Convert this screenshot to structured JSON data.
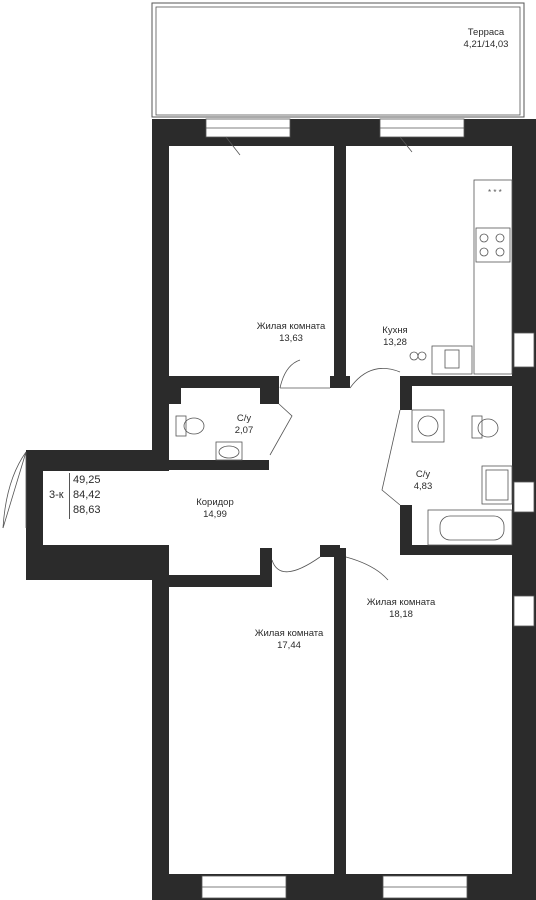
{
  "apartment": {
    "type": "3-к",
    "areas": [
      "49,25",
      "84,42",
      "88,63"
    ]
  },
  "rooms": {
    "terrace": {
      "name": "Терраса",
      "area": "4,21/14,03"
    },
    "living_1": {
      "name": "Жилая комната",
      "area": "13,63"
    },
    "kitchen": {
      "name": "Кухня",
      "area": "13,28"
    },
    "bath_1": {
      "name": "С/у",
      "area": "2,07"
    },
    "corridor": {
      "name": "Коридор",
      "area": "14,99"
    },
    "bath_2": {
      "name": "С/у",
      "area": "4,83"
    },
    "living_2": {
      "name": "Жилая комната",
      "area": "17,44"
    },
    "living_3": {
      "name": "Жилая комната",
      "area": "18,18"
    }
  },
  "colors": {
    "wall": "#2b2b2b",
    "line": "#555555",
    "background": "#ffffff"
  },
  "icons": [
    "toilet-icon",
    "sink-icon",
    "washing-machine-icon",
    "bathtub-icon",
    "stove-icon",
    "kitchen-sink-icon",
    "window-icon",
    "door-icon"
  ]
}
